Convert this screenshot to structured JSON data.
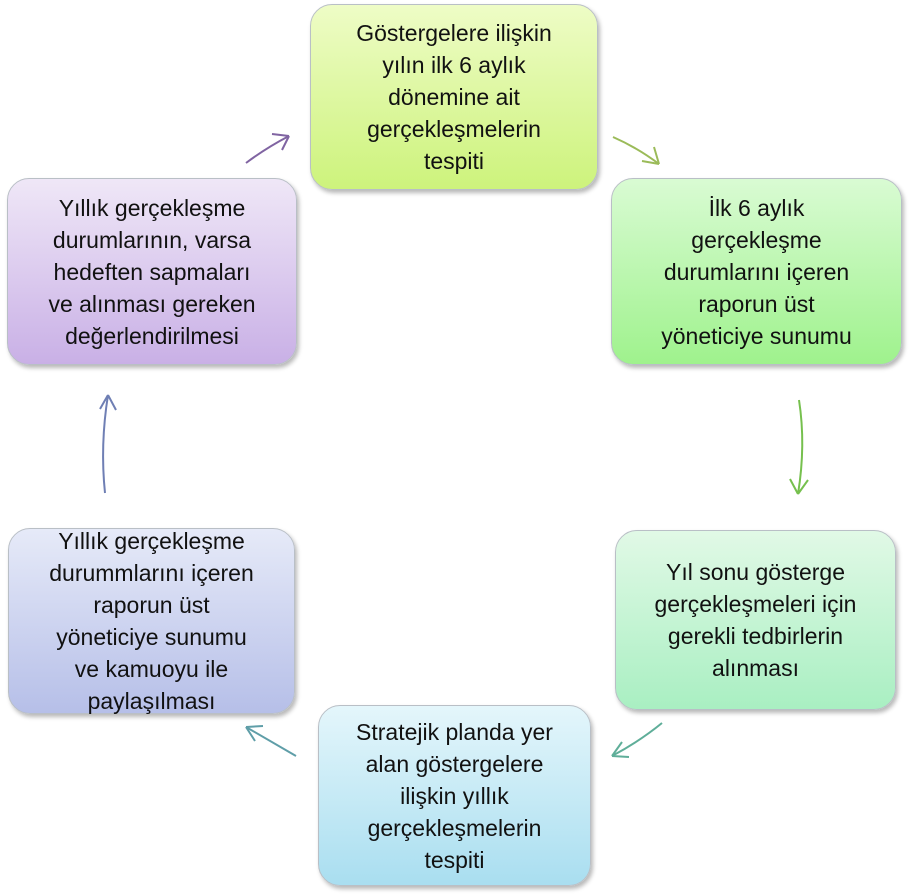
{
  "steps": [
    {
      "id": "b1",
      "text": "Göstergelere ilişkin\nyılın ilk 6 aylık\ndönemine ait\ngerçekleşmelerin\ntespiti"
    },
    {
      "id": "b2",
      "text": "İlk 6 aylık\ngerçekleşme\ndurumlarını içeren\nraporun üst\nyöneticiye sunumu"
    },
    {
      "id": "b3",
      "text": "Yıl sonu gösterge\ngerçekleşmeleri için\ngerekli tedbirlerin\nalınması"
    },
    {
      "id": "b4",
      "text": "Stratejik planda yer\nalan göstergelere\nilişkin yıllık\ngerçekleşmelerin\ntespiti"
    },
    {
      "id": "b5",
      "text": "Yıllık gerçekleşme\ndurummlarını içeren\nraporun üst\nyöneticiye sunumu\nve kamuoyu ile\npaylaşılması"
    },
    {
      "id": "b6",
      "text": "Yıllık gerçekleşme\ndurumlarının, varsa\nhedeften sapmaları\nve alınması gereken\ndeğerlendirilmesi"
    }
  ],
  "colors": {
    "arrow_1_2": "#9bbb59",
    "arrow_2_3": "#76c04e",
    "arrow_3_4": "#5fae99",
    "arrow_4_5": "#5f9ea8",
    "arrow_5_6": "#6f7fb4",
    "arrow_6_1": "#8064a2"
  }
}
